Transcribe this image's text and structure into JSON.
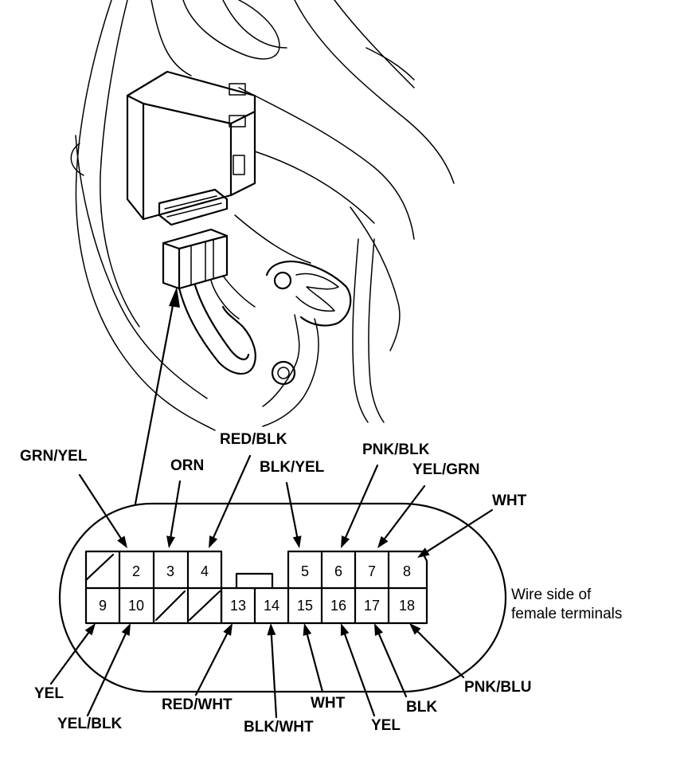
{
  "caption": [
    "Wire side of",
    "female terminals"
  ],
  "pins": [
    {
      "id": "2",
      "label": "2"
    },
    {
      "id": "3",
      "label": "3"
    },
    {
      "id": "4",
      "label": "4"
    },
    {
      "id": "5",
      "label": "5"
    },
    {
      "id": "6",
      "label": "6"
    },
    {
      "id": "7",
      "label": "7"
    },
    {
      "id": "8",
      "label": "8"
    },
    {
      "id": "9",
      "label": "9"
    },
    {
      "id": "10",
      "label": "10"
    },
    {
      "id": "13",
      "label": "13"
    },
    {
      "id": "14",
      "label": "14"
    },
    {
      "id": "15",
      "label": "15"
    },
    {
      "id": "16",
      "label": "16"
    },
    {
      "id": "17",
      "label": "17"
    },
    {
      "id": "18",
      "label": "18"
    }
  ],
  "wires": [
    {
      "pin": "2",
      "color": "GRN/YEL"
    },
    {
      "pin": "3",
      "color": "ORN"
    },
    {
      "pin": "4",
      "color": "RED/BLK"
    },
    {
      "pin": "5",
      "color": "BLK/YEL"
    },
    {
      "pin": "6",
      "color": "PNK/BLK"
    },
    {
      "pin": "7",
      "color": "YEL/GRN"
    },
    {
      "pin": "8",
      "color": "WHT"
    },
    {
      "pin": "9",
      "color": "YEL"
    },
    {
      "pin": "10",
      "color": "YEL/BLK"
    },
    {
      "pin": "13",
      "color": "RED/WHT"
    },
    {
      "pin": "14",
      "color": "BLK/WHT"
    },
    {
      "pin": "15",
      "color": "WHT"
    },
    {
      "pin": "16",
      "color": "YEL"
    },
    {
      "pin": "17",
      "color": "BLK"
    },
    {
      "pin": "18",
      "color": "PNK/BLU"
    }
  ]
}
